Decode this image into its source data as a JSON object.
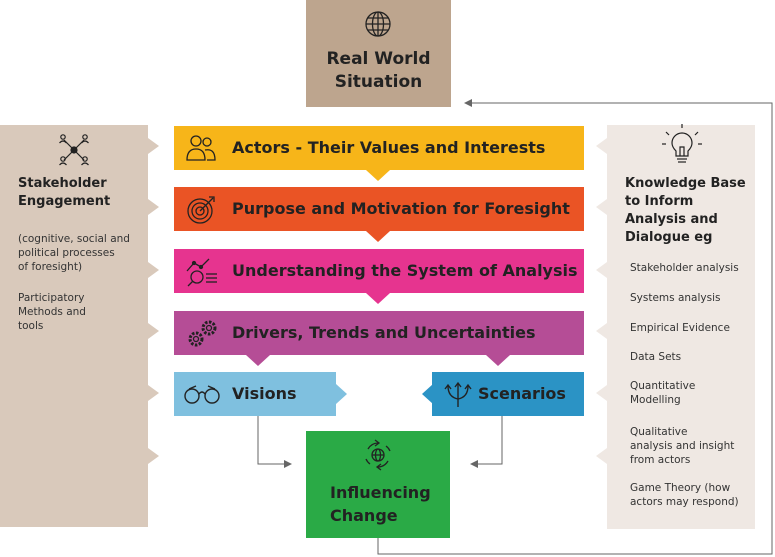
{
  "top_box": {
    "title": "Real World\nSituation",
    "icon": "globe-icon"
  },
  "left_panel": {
    "title": "Stakeholder\nEngagement",
    "desc1": "(cognitive, social and\npolitical processes\nof foresight)",
    "desc2": "Participatory\nMethods and\ntools",
    "icon": "network-icon"
  },
  "right_panel": {
    "title": "Knowledge Base\nto Inform\nAnalysis and\nDialogue eg",
    "icon": "lightbulb-icon",
    "items": [
      "Stakeholder analysis",
      "Systems analysis",
      "Empirical Evidence",
      "Data Sets",
      "Quantitative\nModelling",
      "Qualitative\nanalysis and insight\nfrom actors",
      "Game Theory (how\nactors may respond)"
    ]
  },
  "bars": [
    {
      "label": "Actors - Their Values and Interests",
      "color": "#f7b519",
      "icon": "people-icon"
    },
    {
      "label": "Purpose and Motivation for Foresight",
      "color": "#ea5425",
      "icon": "target-icon"
    },
    {
      "label": "Understanding the System of Analysis",
      "color": "#e6348f",
      "icon": "analysis-icon"
    },
    {
      "label": "Drivers, Trends and Uncertainties",
      "color": "#b54d96",
      "icon": "gears-icon"
    }
  ],
  "visions": {
    "label": "Visions",
    "color": "#7fc0df",
    "icon": "binoculars-icon"
  },
  "scenarios": {
    "label": "Scenarios",
    "color": "#2b93c5",
    "icon": "branching-arrows-icon"
  },
  "influencing": {
    "title": "Influencing\nChange",
    "color": "#2aaa46",
    "icon": "cycle-globe-icon"
  }
}
